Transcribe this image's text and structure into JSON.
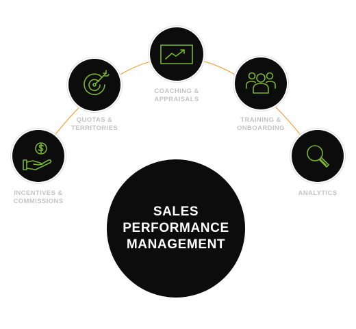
{
  "colors": {
    "accent": "#7ab62b",
    "arc": "#f0a23a",
    "node": "#0c0c0c",
    "label": "#c4c4c4"
  },
  "center": {
    "lines": [
      "SALES",
      "PERFORMANCE",
      "MANAGEMENT"
    ]
  },
  "nodes": [
    {
      "icon": "money-hand-icon",
      "label_lines": [
        "INCENTIVES &",
        "COMMISSIONS"
      ]
    },
    {
      "icon": "target-icon",
      "label_lines": [
        "QUOTAS &",
        "TERRITORIES"
      ]
    },
    {
      "icon": "trend-chart-icon",
      "label_lines": [
        "COACHING &",
        "APPRAISALS"
      ]
    },
    {
      "icon": "team-icon",
      "label_lines": [
        "TRAINING &",
        "ONBOARDING"
      ]
    },
    {
      "icon": "magnifier-icon",
      "label_lines": [
        "ANALYTICS"
      ]
    }
  ]
}
